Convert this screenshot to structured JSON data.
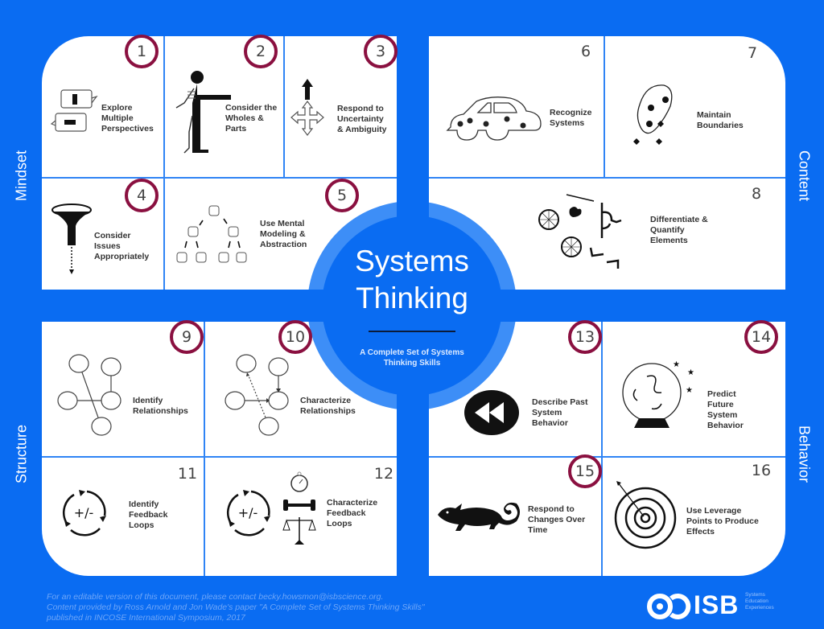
{
  "title": {
    "line1": "Systems",
    "line2": "Thinking",
    "subtitle_line1": "A Complete Set of Systems",
    "subtitle_line2": "Thinking Skills"
  },
  "categories": {
    "mindset": "Mindset",
    "content": "Content",
    "structure": "Structure",
    "behavior": "Behavior"
  },
  "colors": {
    "background": "#0a6cf2",
    "ring": "#3d8ef7",
    "badge_ring": "#8a1040",
    "panel": "#ffffff",
    "text": "#333333"
  },
  "skills": [
    {
      "number": "1",
      "label": [
        "Explore",
        "Multiple",
        "Perspectives"
      ],
      "highlighted": true,
      "icon": "speech-bubbles-icon"
    },
    {
      "number": "2",
      "label": [
        "Consider the",
        "Wholes &",
        "Parts"
      ],
      "highlighted": true,
      "icon": "skeleton-figure-icon"
    },
    {
      "number": "3",
      "label": [
        "Respond to",
        "Uncertainty",
        "& Ambiguity"
      ],
      "highlighted": true,
      "icon": "four-way-arrow-icon"
    },
    {
      "number": "4",
      "label": [
        "Consider",
        "Issues",
        "Appropriately"
      ],
      "highlighted": true,
      "icon": "funnel-icon"
    },
    {
      "number": "5",
      "label": [
        "Use Mental",
        "Modeling &",
        "Abstraction"
      ],
      "highlighted": true,
      "icon": "puzzle-tree-icon"
    },
    {
      "number": "6",
      "label": [
        "Recognize",
        "Systems"
      ],
      "highlighted": false,
      "icon": "car-gears-icon"
    },
    {
      "number": "7",
      "label": [
        "Maintain",
        "Boundaries"
      ],
      "highlighted": false,
      "icon": "boundary-blob-icon"
    },
    {
      "number": "8",
      "label": [
        "Differentiate &",
        "Quantify",
        "Elements"
      ],
      "highlighted": false,
      "icon": "bike-parts-icon"
    },
    {
      "number": "9",
      "label": [
        "Identify",
        "Relationships"
      ],
      "highlighted": true,
      "icon": "node-graph-icon"
    },
    {
      "number": "10",
      "label": [
        "Characterize",
        "Relationships"
      ],
      "highlighted": true,
      "icon": "directed-graph-icon"
    },
    {
      "number": "11",
      "label": [
        "Identify",
        "Feedback",
        "Loops"
      ],
      "highlighted": false,
      "icon": "feedback-loop-icon"
    },
    {
      "number": "12",
      "label": [
        "Characterize",
        "Feedback",
        "Loops"
      ],
      "highlighted": false,
      "icon": "loop-stopwatch-scale-icon"
    },
    {
      "number": "13",
      "label": [
        "Describe Past",
        "System",
        "Behavior"
      ],
      "highlighted": true,
      "icon": "rewind-icon"
    },
    {
      "number": "14",
      "label": [
        "Predict",
        "Future",
        "System",
        "Behavior"
      ],
      "highlighted": true,
      "icon": "crystal-ball-icon"
    },
    {
      "number": "15",
      "label": [
        "Respond to",
        "Changes Over",
        "Time"
      ],
      "highlighted": true,
      "icon": "chameleon-icon"
    },
    {
      "number": "16",
      "label": [
        "Use Leverage",
        "Points to Produce",
        "Effects"
      ],
      "highlighted": false,
      "icon": "target-icon"
    }
  ],
  "footer": {
    "line1": "For an editable version of this document, please contact becky.howsmon@isbscience.org.",
    "line2": "Content provided by Ross Arnold and Jon Wade's paper \"A Complete Set of Systems Thinking Skills\"",
    "line3": "published in INCOSE International Symposium, 2017"
  },
  "logo": {
    "name": "ISB",
    "tagline": [
      "Systems",
      "Education",
      "Experiences"
    ]
  }
}
